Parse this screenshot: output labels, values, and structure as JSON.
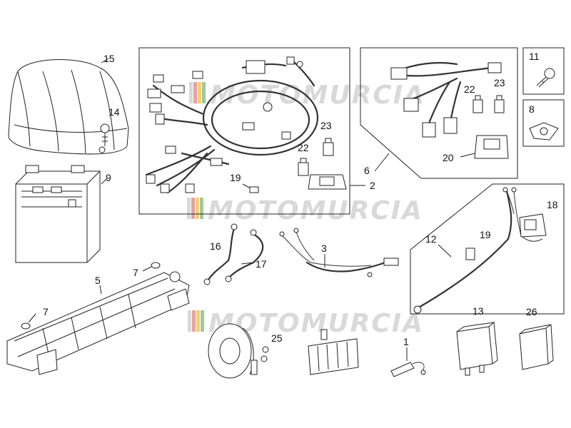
{
  "watermark": {
    "text": "MOTOMURCIA",
    "colors": [
      "#d8d8d8",
      "#e9a0a0",
      "#f0d070",
      "#a0c8a0"
    ]
  },
  "labels": {
    "p1": "1",
    "p2": "2",
    "p3": "3",
    "p5": "5",
    "p6": "6",
    "p7a": "7",
    "p7b": "7",
    "p8": "8",
    "p9": "9",
    "p11": "11",
    "p12": "12",
    "p13": "13",
    "p14": "14",
    "p15": "15",
    "p16": "16",
    "p17": "17",
    "p18": "18",
    "p19a": "19",
    "p19b": "19",
    "p20": "20",
    "p22a": "22",
    "p22b": "22",
    "p23a": "23",
    "p23b": "23",
    "p25": "25",
    "p26": "26"
  },
  "colors": {
    "line": "#222222",
    "watermark": "#d9d9d9"
  }
}
